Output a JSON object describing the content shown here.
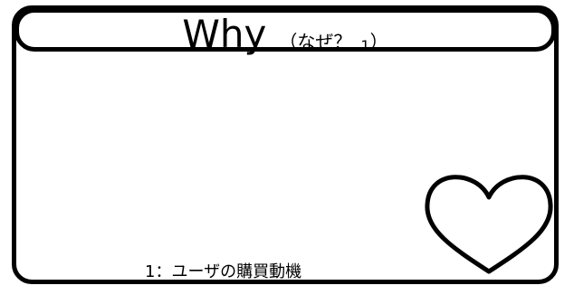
{
  "title": {
    "main": "Why",
    "sub_open": "（なぜ？",
    "sub_marker": "1",
    "sub_close": "）"
  },
  "footnote": "1：ユーザの購買動機",
  "icons": {
    "heart": "heart-icon"
  },
  "colors": {
    "stroke": "#000000",
    "background": "#ffffff"
  }
}
